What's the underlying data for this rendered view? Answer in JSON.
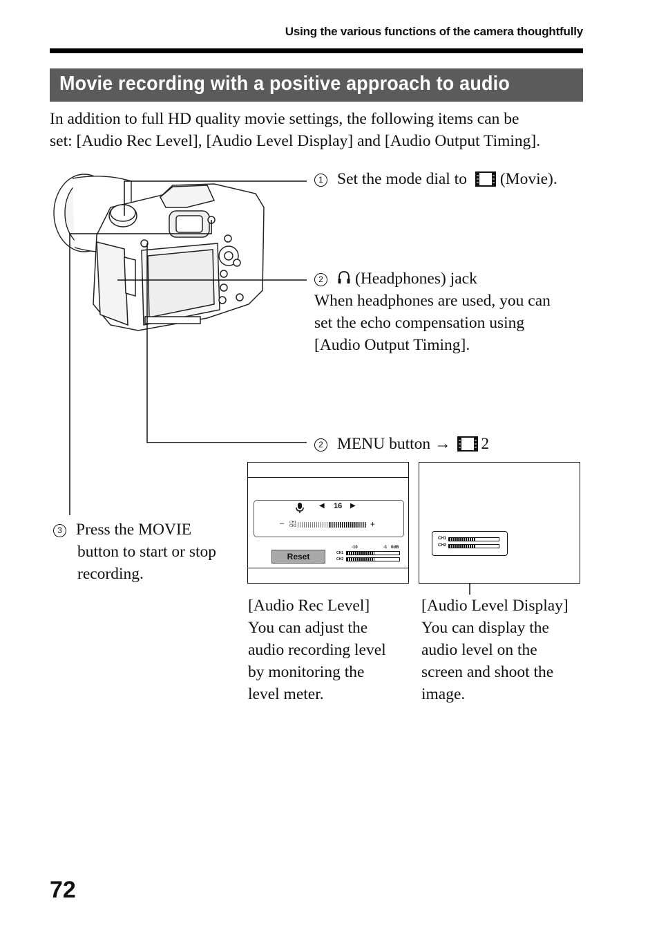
{
  "header": {
    "running_title": "Using the various functions of the camera thoughtfully"
  },
  "section": {
    "title": "Movie recording with a positive approach to audio",
    "intro_line1": "In addition to full HD quality movie settings, the following items can be",
    "intro_line2": "set: [Audio Rec Level], [Audio Level Display] and [Audio Output Timing]."
  },
  "callouts": {
    "step1": {
      "number": "1",
      "text_before": "Set the mode dial to",
      "text_after": "(Movie).",
      "icon": "movie-film-icon"
    },
    "step2a": {
      "number": "2",
      "icon": "headphones-icon",
      "label": "(Headphones) jack",
      "desc_line1": "When headphones are used, you can",
      "desc_line2": "set the echo compensation using",
      "desc_line3": "[Audio Output Timing]."
    },
    "step2b": {
      "number": "2",
      "text": "MENU button",
      "arrow": "→",
      "page": "2",
      "icon": "movie-film-icon"
    },
    "step3": {
      "number": "3",
      "line1": "Press the MOVIE",
      "line2": "button to start or stop",
      "line3": "recording."
    }
  },
  "screens": {
    "rec_level": {
      "value": "16",
      "minus": "–",
      "plus": "+",
      "ch1": "CH1",
      "ch2": "CH2",
      "reset": "Reset",
      "scale_left": "-10",
      "scale_mid": "-1",
      "scale_right": "0dB",
      "meter_ch1": "CH1",
      "meter_ch2": "CH2"
    },
    "level_display": {
      "ch1": "CH1",
      "ch2": "CH2"
    }
  },
  "captions": {
    "rec_level": {
      "line1": "[Audio Rec Level]",
      "line2": "You can adjust the",
      "line3": "audio recording level",
      "line4": "by monitoring the",
      "line5": "level meter."
    },
    "level_display": {
      "line1": "[Audio Level Display]",
      "line2": "You can display the",
      "line3": "audio level on the",
      "line4": "screen and shoot the",
      "line5": "image."
    }
  },
  "footer": {
    "page_number": "72"
  }
}
